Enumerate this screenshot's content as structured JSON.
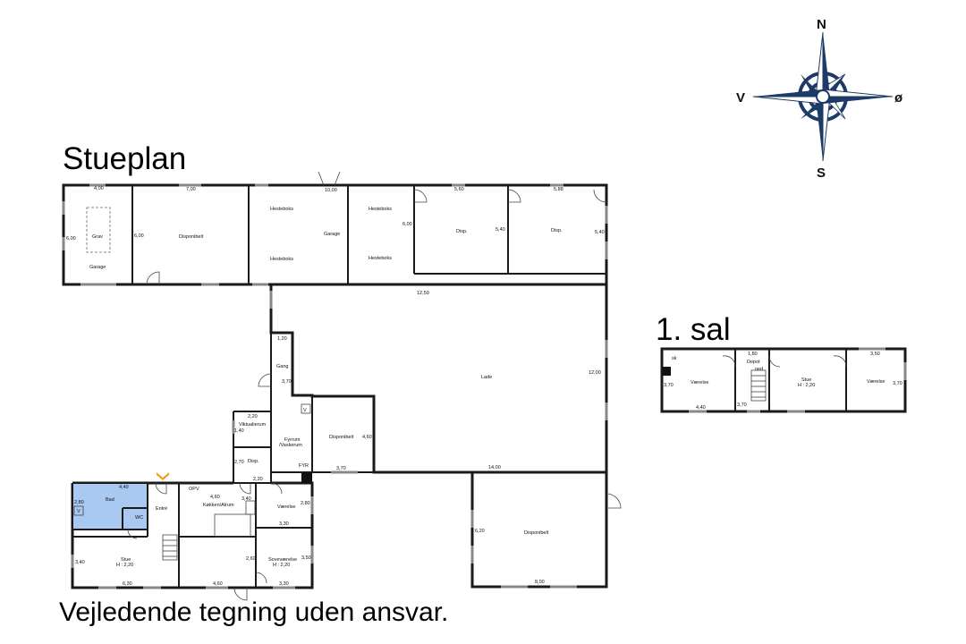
{
  "titles": {
    "ground_floor": "Stueplan",
    "first_floor": "1. sal",
    "disclaimer": "Vejledende tegning uden ansvar."
  },
  "compass": {
    "north": "N",
    "south": "S",
    "west": "V",
    "east": "ø"
  },
  "colors": {
    "bathroom": "#a9c8f2",
    "compass_navy": "#1e3a66",
    "entrance_arrow": "#f0a020"
  },
  "rooms": {
    "grav": "Grav",
    "garage_left": "Garage",
    "disponibelt_top": "Disponibelt",
    "hesteboks_1": "Hesteboks",
    "hesteboks_2": "Hesteboks",
    "hesteboks_3": "Hesteboks",
    "hesteboks_4": "Hesteboks",
    "garage_mid": "Garage",
    "disp_1": "Disp.",
    "disp_2": "Disp.",
    "lade": "Lade",
    "gang": "Gang",
    "viktualierum": "Viktualierum",
    "disp_small": "Disp.",
    "fyrrum_1": "Fyrrum",
    "fyrrum_2": "/Vaskerum",
    "disponibelt_mid": "Disponibelt",
    "fyr": "FYR",
    "bad": "Bad",
    "wc": "WC",
    "entre": "Entré",
    "opv": "OPV",
    "koekken": "Køkken/Alrum",
    "vaerelse_ground": "Værelse",
    "stue_ground": "Stue",
    "stue_ground_h": "H : 2,20",
    "sovevaerelse": "Soveværelse",
    "sovevaerelse_h": "H : 2,20",
    "disponibelt_big": "Disponibelt",
    "v_mark_1": "V",
    "v_mark_2": "V",
    "sk": "sk",
    "vaerelse_sal_1": "Værelse",
    "depot": "Depot",
    "ned": "ned",
    "stue_sal": "Stue",
    "stue_sal_h": "H : 2,20",
    "vaerelse_sal_2": "Værelse"
  },
  "dimensions": {
    "d_4_00": "4,00",
    "d_6_00_a": "6,00",
    "d_7_00": "7,00",
    "d_6_00_b": "6,00",
    "d_10_00": "10,00",
    "d_6_00_c": "6,00",
    "d_5_60": "5,60",
    "d_5_40_a": "5,40",
    "d_5_88": "5,88",
    "d_5_40_b": "5,40",
    "d_12_50": "12,50",
    "d_12_00": "12,00",
    "d_1_20": "1,20",
    "d_3_70_a": "3,70",
    "d_2_20_a": "2,20",
    "d_1_40": "1,40",
    "d_2_70": "2,70",
    "d_4_60_a": "4,60",
    "d_3_70_b": "3,70",
    "d_14_00": "14,00",
    "d_2_20_b": "2,20",
    "d_4_40": "4,40",
    "d_2_80_a": "2,80",
    "d_4_60_b": "4,60",
    "d_3_40_a": "3,40",
    "d_2_80_b": "2,80",
    "d_3_30_a": "3,30",
    "d_3_40_b": "3,40",
    "d_2_60": "2,60",
    "d_3_50_a": "3,50",
    "d_6_30": "6,30",
    "d_4_60_c": "4,60",
    "d_3_30_b": "3,30",
    "d_6_20": "6,20",
    "d_8_00": "8,00",
    "s_3_70_a": "3,70",
    "s_4_40": "4,40",
    "s_1_80": "1,80",
    "s_3_70_b": "3,70",
    "s_3_50": "3,50",
    "s_3_70_c": "3,70"
  }
}
